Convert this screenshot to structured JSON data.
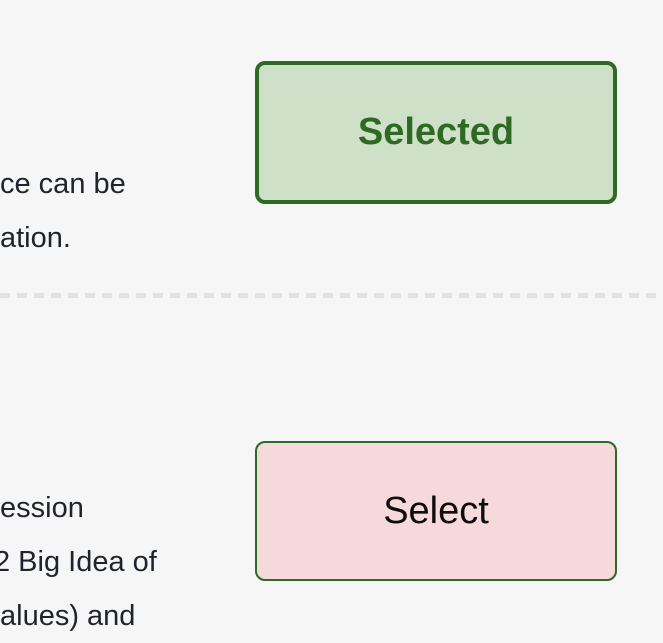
{
  "page": {
    "background_color": "#f6f6f6",
    "description": "Cropped list of selectable options; each row has truncated description text on the left and a selection button on the right, rows separated by a dashed divider"
  },
  "rows": [
    {
      "text_lines": {
        "line1": "ce can be",
        "line2": "ation."
      },
      "button": {
        "label": "Selected",
        "state": "selected",
        "background_color": "#cfe0c8",
        "border_color": "#2e6a23",
        "text_color": "#2e6a23"
      }
    },
    {
      "text_lines": {
        "line1": "ession",
        "line2": "2 Big Idea of",
        "line3": "alues) and"
      },
      "button": {
        "label": "Select",
        "state": "unselected",
        "background_color": "#f6d9da",
        "border_color": "#2e6a23",
        "text_color": "#0d0d0d"
      }
    }
  ],
  "divider": {
    "style": "dashed",
    "color": "#dfe3e8"
  },
  "colors": {
    "accent_green": "#2e6a23",
    "selected_bg": "#cfe0c8",
    "unselected_bg": "#f6d9da",
    "body_text": "#1f242c",
    "page_bg": "#f6f6f6",
    "divider": "#dfe3e8"
  }
}
